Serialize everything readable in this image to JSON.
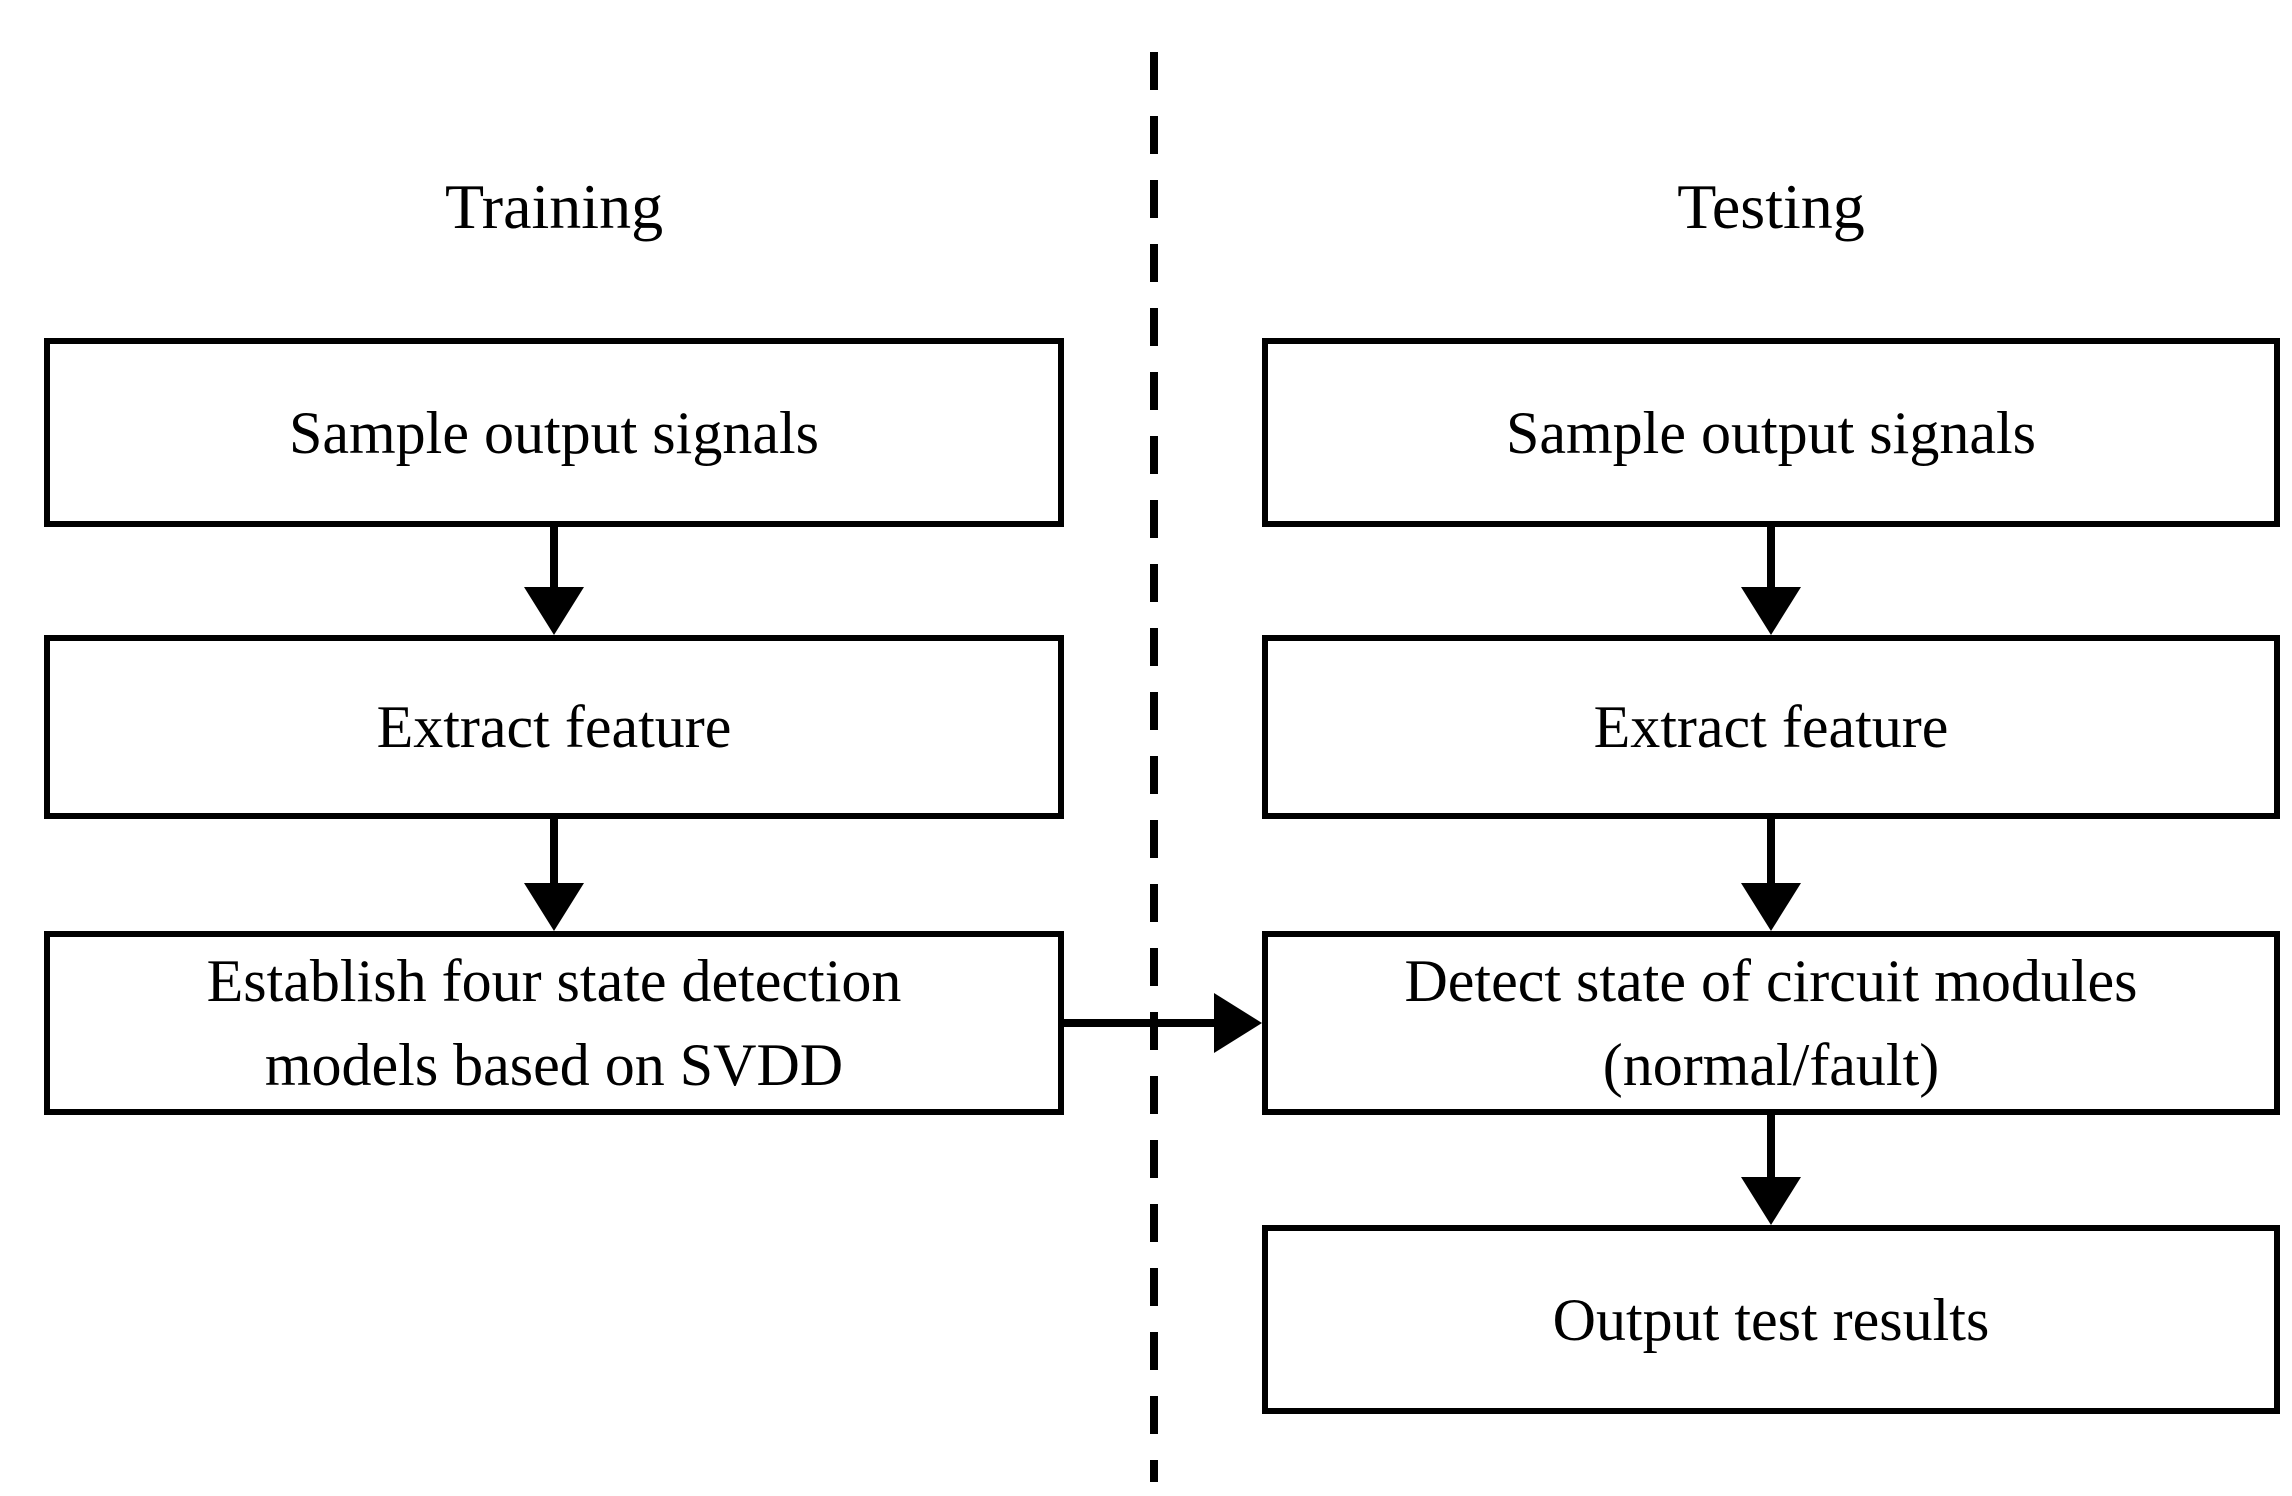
{
  "colors": {
    "ink": "#000000",
    "background": "#ffffff"
  },
  "training": {
    "title": "Training",
    "boxes": [
      {
        "label": "Sample output signals"
      },
      {
        "label": "Extract feature"
      },
      {
        "label": "Establish four state detection\nmodels based on SVDD"
      }
    ]
  },
  "testing": {
    "title": "Testing",
    "boxes": [
      {
        "label": "Sample output signals"
      },
      {
        "label": "Extract feature"
      },
      {
        "label": "Detect state of circuit modules\n(normal/fault)"
      },
      {
        "label": "Output test results"
      }
    ]
  }
}
